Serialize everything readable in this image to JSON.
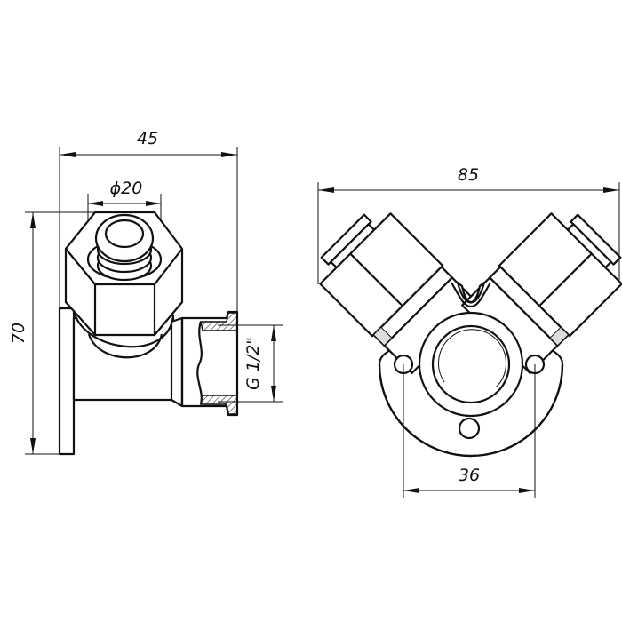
{
  "drawing": {
    "side_view": {
      "width_label": "45",
      "diameter_label": "ϕ20",
      "height_label": "70",
      "thread_label": "G 1/2\""
    },
    "top_view": {
      "width_label": "85",
      "hole_spacing_label": "36"
    }
  }
}
